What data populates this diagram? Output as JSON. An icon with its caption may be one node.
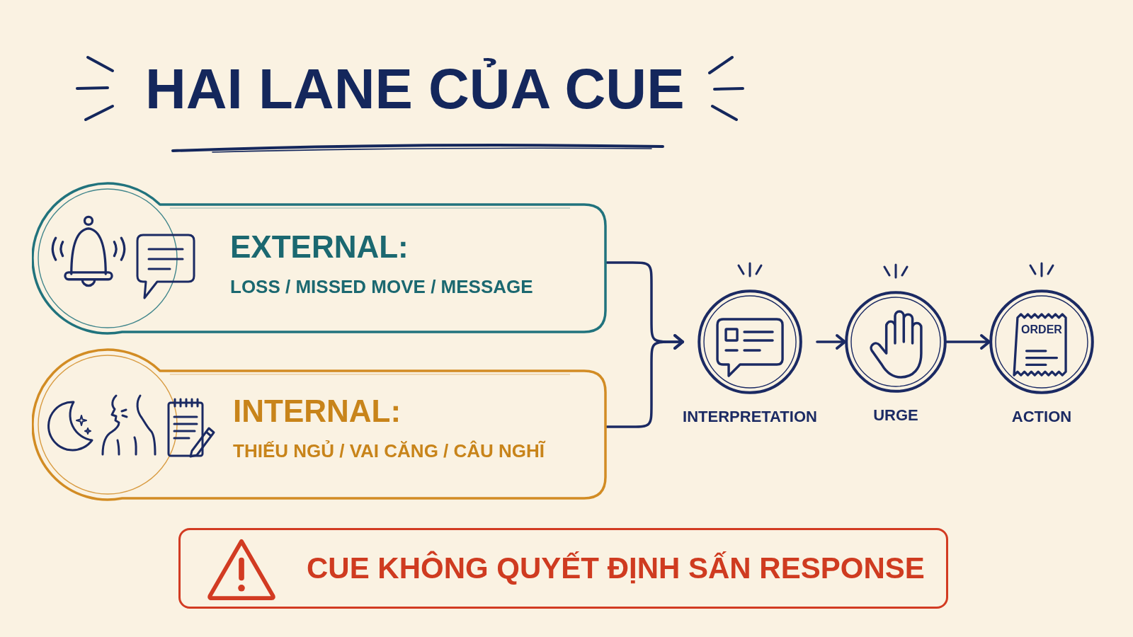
{
  "diagram": {
    "title": "HAI LANE CỦA CUE",
    "nodes": [
      {
        "text": [
          "EXTERNAL:",
          "LOSS / MISSED MOVE / MESSAGE"
        ]
      },
      {
        "text": [
          "INTERNAL:",
          "THIẾU NGỦ / VAI CĂNG / CÂU NGHĨ"
        ]
      },
      {
        "text": [
          "INTERPRETATION"
        ]
      },
      {
        "text": [
          "URGE"
        ]
      },
      {
        "text": [
          "ORDER",
          "ACTION"
        ]
      },
      {
        "text": [
          "CUE KHÔNG QUYẾT ĐỊNH SẤN RESPONSE"
        ]
      }
    ],
    "edges": [
      {
        "from": 0,
        "to": 2,
        "arrow": "to"
      },
      {
        "from": 1,
        "to": 2,
        "arrow": "to"
      },
      {
        "from": 2,
        "to": 3,
        "arrow": "to"
      },
      {
        "from": 3,
        "to": 4,
        "arrow": "to"
      }
    ]
  }
}
